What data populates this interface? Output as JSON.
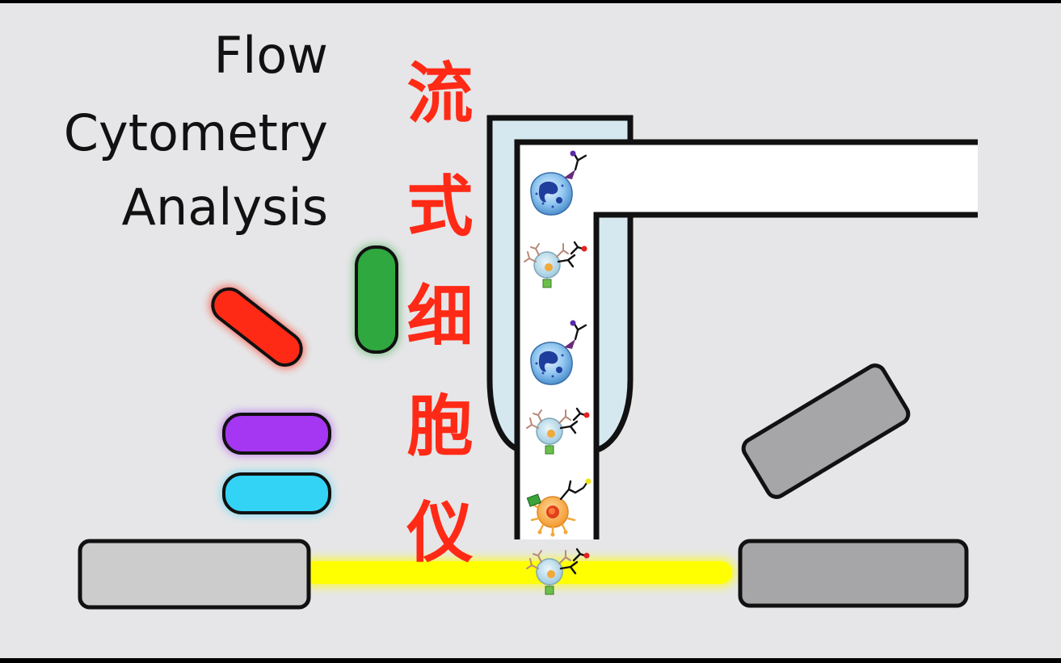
{
  "title": {
    "lines": [
      "Flow",
      "Cytometry",
      "Analysis"
    ]
  },
  "chinese_title": {
    "chars": [
      "流",
      "式",
      "细",
      "胞",
      "仪"
    ]
  },
  "colors": {
    "background": "#e6e6e8",
    "outline": "#111111",
    "sheath_fill": "#d6e8ef",
    "channel_fill": "#ffffff",
    "laser": "#ffff00",
    "detector_light": "#cccccc",
    "detector_dark": "#a6a6a8",
    "filter_red": "#ff2a16",
    "filter_green": "#2fa83f",
    "filter_purple": "#a536f2",
    "filter_cyan": "#33d3f5",
    "chinese_text": "#ff2a16"
  },
  "icons": {
    "cells": [
      "monocyte-cell-icon",
      "lymphocyte-cell-icon",
      "monocyte-cell-icon",
      "lymphocyte-cell-icon",
      "activated-cell-icon",
      "lymphocyte-cell-icon"
    ],
    "antibody": "antibody-icon"
  }
}
